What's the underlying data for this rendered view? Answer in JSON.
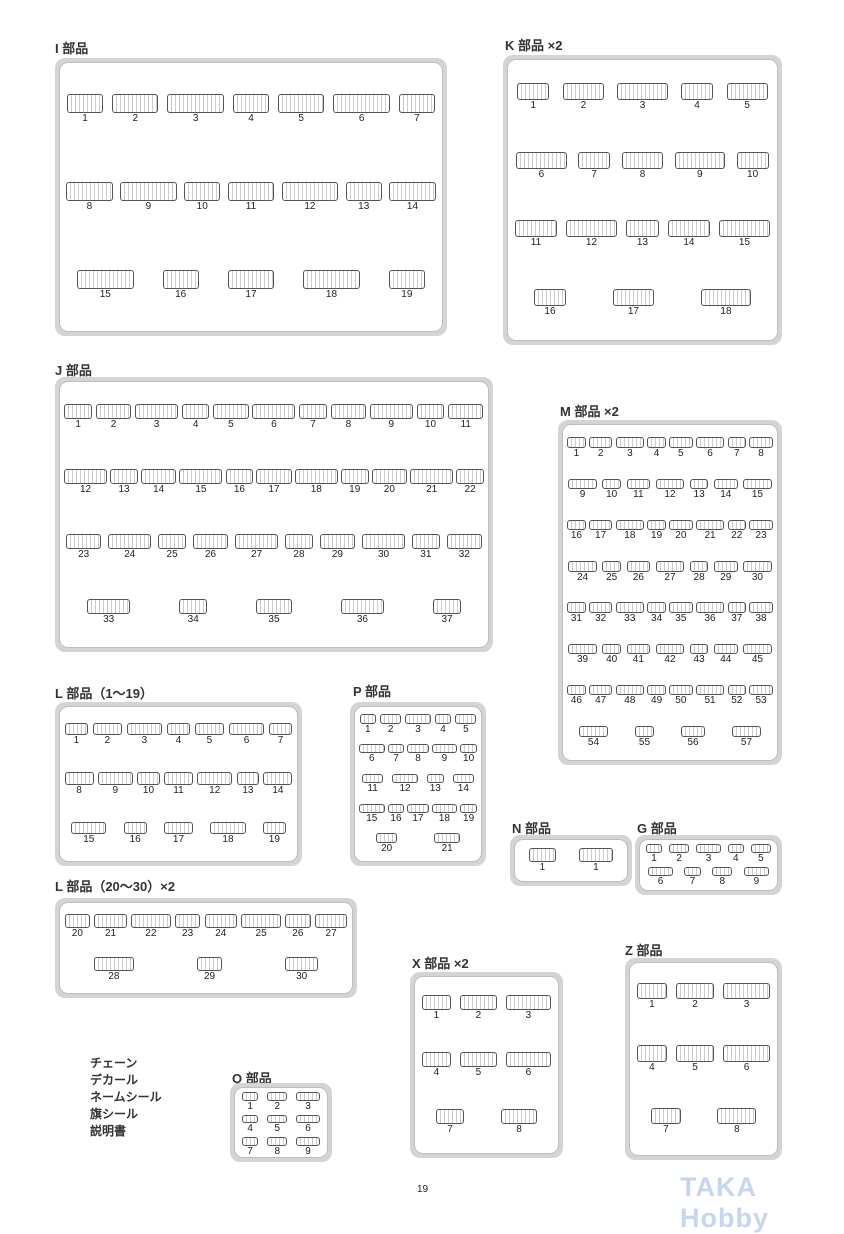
{
  "sprues": [
    {
      "id": "I",
      "title": "I 部品",
      "parts": [
        "1",
        "2",
        "3",
        "4",
        "5",
        "6",
        "7",
        "8",
        "9",
        "10",
        "11",
        "12",
        "13",
        "14",
        "15",
        "16",
        "17",
        "18",
        "19"
      ]
    },
    {
      "id": "K",
      "title": "K 部品 ×2",
      "parts": [
        "1",
        "2",
        "3",
        "4",
        "5",
        "6",
        "7",
        "8",
        "9",
        "10",
        "11",
        "12",
        "13",
        "14",
        "15",
        "16",
        "17",
        "18"
      ]
    },
    {
      "id": "J",
      "title": "J 部品",
      "parts": [
        "1",
        "2",
        "3",
        "4",
        "5",
        "6",
        "7",
        "8",
        "9",
        "10",
        "11",
        "12",
        "13",
        "14",
        "15",
        "16",
        "17",
        "18",
        "19",
        "20",
        "21",
        "22",
        "23",
        "24",
        "25",
        "26",
        "27",
        "28",
        "29",
        "30",
        "31",
        "32",
        "33",
        "34",
        "35",
        "36",
        "37"
      ]
    },
    {
      "id": "M",
      "title": "M 部品 ×2",
      "parts": [
        "1",
        "2",
        "3",
        "4",
        "5",
        "6",
        "7",
        "8",
        "9",
        "10",
        "11",
        "12",
        "13",
        "14",
        "15",
        "16",
        "17",
        "18",
        "19",
        "20",
        "21",
        "22",
        "23",
        "24",
        "25",
        "26",
        "27",
        "28",
        "29",
        "30",
        "31",
        "32",
        "33",
        "34",
        "35",
        "36",
        "37",
        "38",
        "39",
        "40",
        "41",
        "42",
        "43",
        "44",
        "45",
        "46",
        "47",
        "48",
        "49",
        "50",
        "51",
        "52",
        "53",
        "54",
        "55",
        "56",
        "57"
      ]
    },
    {
      "id": "L1",
      "title": "L 部品（1〜19）",
      "parts": [
        "1",
        "2",
        "3",
        "4",
        "5",
        "6",
        "7",
        "8",
        "9",
        "10",
        "11",
        "12",
        "13",
        "14",
        "15",
        "16",
        "17",
        "18",
        "19"
      ]
    },
    {
      "id": "P",
      "title": "P 部品",
      "parts": [
        "1",
        "2",
        "3",
        "4",
        "5",
        "6",
        "7",
        "8",
        "9",
        "10",
        "11",
        "12",
        "13",
        "14",
        "15",
        "16",
        "17",
        "18",
        "19",
        "20",
        "21"
      ]
    },
    {
      "id": "N",
      "title": "N 部品",
      "parts": [
        "1",
        "1"
      ]
    },
    {
      "id": "G",
      "title": "G 部品",
      "parts": [
        "1",
        "2",
        "3",
        "4",
        "5",
        "6",
        "7",
        "8",
        "9"
      ]
    },
    {
      "id": "L2",
      "title": "L 部品（20〜30）×2",
      "parts": [
        "20",
        "21",
        "22",
        "23",
        "24",
        "25",
        "26",
        "27",
        "28",
        "29",
        "30"
      ]
    },
    {
      "id": "X",
      "title": "X 部品 ×2",
      "parts": [
        "1",
        "2",
        "3",
        "4",
        "5",
        "6",
        "7",
        "8"
      ]
    },
    {
      "id": "Z",
      "title": "Z 部品",
      "parts": [
        "1",
        "2",
        "3",
        "4",
        "5",
        "6",
        "7",
        "8"
      ]
    },
    {
      "id": "Q",
      "title": "Q 部品",
      "parts": [
        "1",
        "2",
        "3",
        "4",
        "5",
        "6",
        "7",
        "8",
        "9"
      ]
    }
  ],
  "misc_items": [
    "チェーン",
    "デカール",
    "ネームシール",
    "旗シール",
    "説明書"
  ],
  "page_number": "19",
  "watermark": "TAKA Hobby"
}
